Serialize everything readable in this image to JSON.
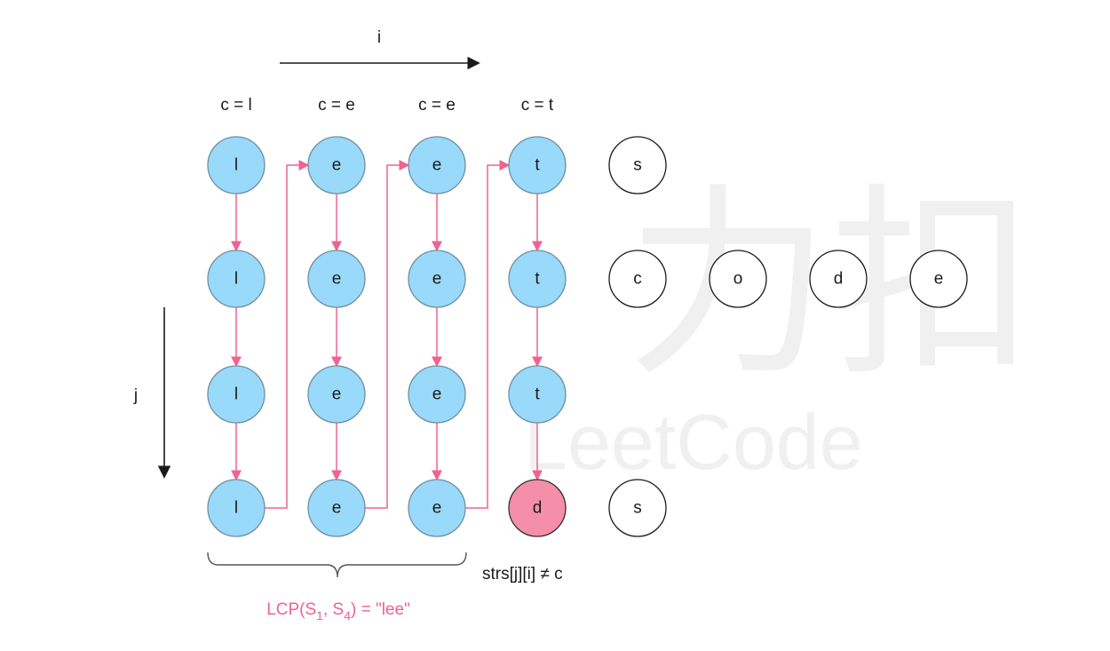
{
  "axes": {
    "i_label": "i",
    "j_label": "j"
  },
  "column_labels": [
    "c = l",
    "c = e",
    "c = e",
    "c = t"
  ],
  "grid": [
    [
      "l",
      "e",
      "e",
      "t",
      "s"
    ],
    [
      "l",
      "e",
      "e",
      "t",
      "c",
      "o",
      "d",
      "e"
    ],
    [
      "l",
      "e",
      "e",
      "t"
    ],
    [
      "l",
      "e",
      "e",
      "d",
      "s"
    ]
  ],
  "visited_count": 4,
  "mismatch": {
    "row": 3,
    "col": 3
  },
  "mismatch_label": "strs[j][i] ≠ c",
  "lcp": {
    "prefix": "LCP(S",
    "sub1": "1",
    "mid": ", S",
    "sub2": "4",
    "suffix": ") = \"lee\""
  },
  "watermark": {
    "text": "LeetCode",
    "glyphs": "力扣"
  },
  "colors": {
    "visited_fill": "#99d9f9",
    "visited_stroke": "#6f8fa3",
    "mismatch_fill": "#f58ea8",
    "plain_fill": "#ffffff",
    "plain_stroke": "#1a1a1a",
    "path": "#f06292",
    "lcp_text": "#f06292",
    "watermark": "#eeeeee"
  }
}
